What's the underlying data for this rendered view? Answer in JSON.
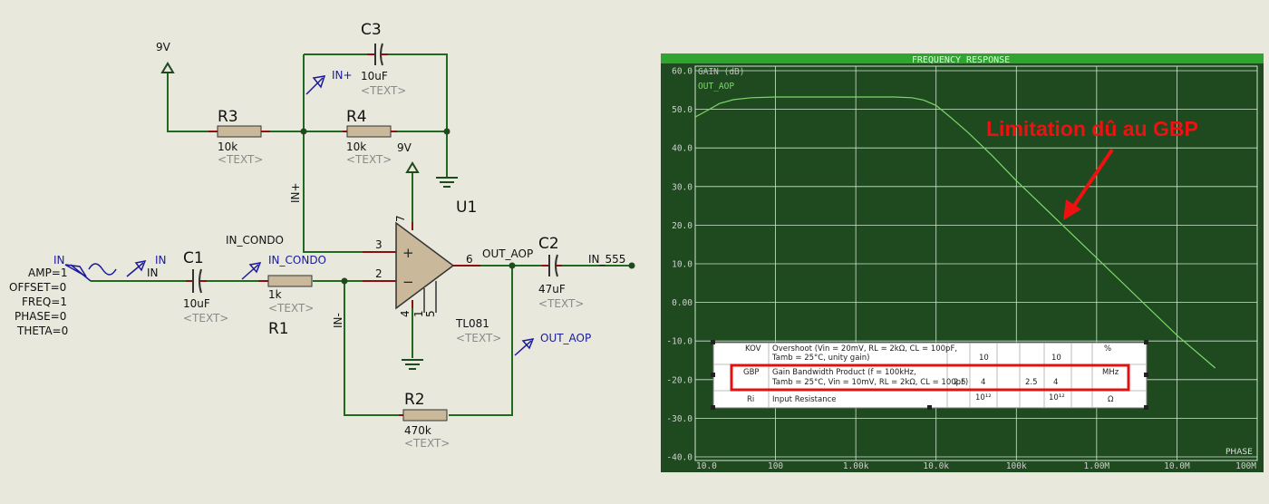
{
  "schematic": {
    "source": {
      "name": "IN",
      "params": [
        "AMP=1",
        "OFFSET=0",
        "FREQ=1",
        "PHASE=0",
        "THETA=0"
      ],
      "probe_label": "IN",
      "net_label": "IN"
    },
    "supply_top": "9V",
    "supply_amp": "9V",
    "components": {
      "C1": {
        "ref": "C1",
        "value": "10uF",
        "text": "<TEXT>"
      },
      "C2": {
        "ref": "C2",
        "value": "47uF",
        "text": "<TEXT>"
      },
      "C3": {
        "ref": "C3",
        "value": "10uF",
        "text": "<TEXT>"
      },
      "R1": {
        "ref": "R1",
        "value": "1k",
        "text": "<TEXT>"
      },
      "R2": {
        "ref": "R2",
        "value": "470k",
        "text": "<TEXT>"
      },
      "R3": {
        "ref": "R3",
        "value": "10k",
        "text": "<TEXT>"
      },
      "R4": {
        "ref": "R4",
        "value": "10k",
        "text": "<TEXT>"
      },
      "U1": {
        "ref": "U1",
        "value": "TL081",
        "text": "<TEXT>"
      }
    },
    "probes": {
      "in_plus": "IN+",
      "in_condo": "IN_CONDO",
      "out_aop": "OUT_AOP"
    },
    "nets": {
      "in_condo": "IN_CONDO",
      "in_plus": "IN+",
      "in_minus": "IN-",
      "out_aop": "OUT_AOP",
      "in_555": "IN_555"
    },
    "pins": {
      "p3": "3",
      "p2": "2",
      "p6": "6",
      "p7": "7",
      "p4": "4",
      "p1": "1",
      "p5": "5"
    }
  },
  "graph": {
    "title": "FREQUENCY RESPONSE",
    "y_axis_label": "GAIN (dB)",
    "trace_label": "OUT_AOP",
    "phase_label": "PHASE",
    "annotation": "Limitation dû au GBP",
    "colors": {
      "background": "#1f4a1f",
      "grid": "#cfe8cf",
      "trace": "#7bd86b",
      "title_bar": "#2fa52f",
      "annotation": "#ee1111"
    },
    "datasheet_table": {
      "rows": [
        {
          "symbol": "KOV",
          "param": "Overshoot (Vin = 20mV, RL = 2kΩ, CL = 100pF,",
          "param2": "Tamb = 25°C, unity gain)",
          "min1": "",
          "typ1": "10",
          "min2": "",
          "typ2": "10",
          "unit": "%"
        },
        {
          "symbol": "GBP",
          "param": "Gain Bandwidth Product (f = 100kHz,",
          "param2": "Tamb = 25°C, Vin = 10mV, RL = 2kΩ, CL = 100pF)",
          "min1": "2.5",
          "typ1": "4",
          "min2": "2.5",
          "typ2": "4",
          "unit": "MHz"
        },
        {
          "symbol": "Ri",
          "param": "Input Resistance",
          "param2": "",
          "min1": "",
          "typ1": "10¹²",
          "min2": "",
          "typ2": "10¹²",
          "unit": "Ω"
        }
      ]
    }
  },
  "chart_data": {
    "type": "line",
    "title": "FREQUENCY RESPONSE",
    "ylabel": "GAIN (dB)",
    "xscale": "log",
    "xlim": [
      10,
      100000000
    ],
    "ylim": [
      -40,
      60
    ],
    "grid": true,
    "x_tick_labels": [
      "10.0",
      "100",
      "1.00k",
      "10.0k",
      "100k",
      "1.00M",
      "10.0M",
      "100M"
    ],
    "x_ticks": [
      10,
      100,
      1000,
      10000,
      100000,
      1000000,
      10000000,
      100000000
    ],
    "y_tick_labels": [
      "60.0",
      "50.0",
      "40.0",
      "30.0",
      "20.0",
      "10.0",
      "0.00",
      "-10.0",
      "-20.0",
      "-30.0",
      "-40.0"
    ],
    "y_ticks": [
      60,
      50,
      40,
      30,
      20,
      10,
      0,
      -10,
      -20,
      -30,
      -40
    ],
    "series": [
      {
        "name": "OUT_AOP",
        "x": [
          10,
          15,
          20,
          30,
          50,
          100,
          300,
          1000,
          3000,
          5000,
          7000,
          10000,
          15000,
          25000,
          50000,
          100000,
          1000000,
          10000000,
          30000000
        ],
        "y": [
          48,
          50,
          51.5,
          52.5,
          53,
          53.2,
          53.2,
          53.2,
          53.2,
          53,
          52.4,
          51,
          48,
          44,
          38,
          31.5,
          11.5,
          -8.5,
          -17
        ]
      }
    ]
  }
}
